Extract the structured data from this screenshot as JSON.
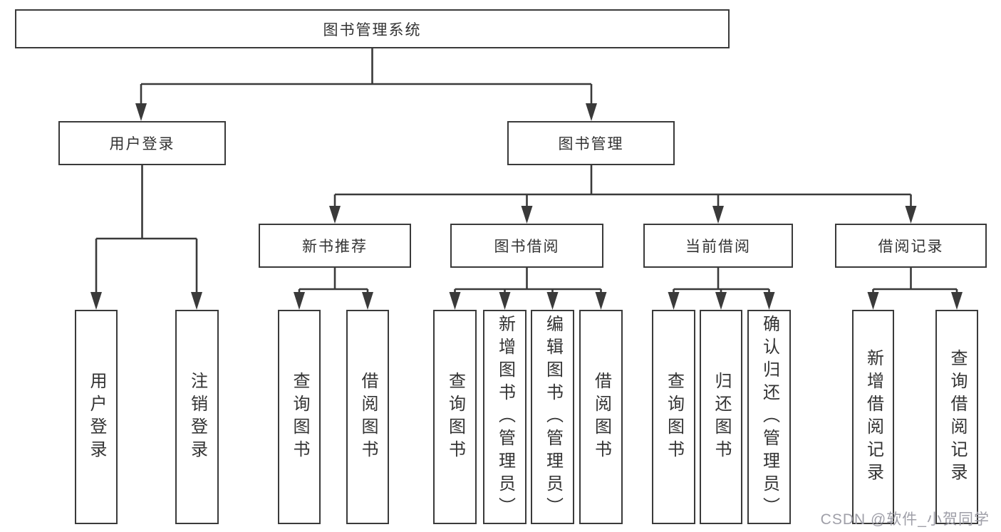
{
  "tree": {
    "label": "图书管理系统",
    "children": [
      {
        "label": "用户登录",
        "children": [
          {
            "label": "用户登录"
          },
          {
            "label": "注销登录"
          }
        ]
      },
      {
        "label": "图书管理",
        "children": [
          {
            "label": "新书推荐",
            "children": [
              {
                "label": "查询图书"
              },
              {
                "label": "借阅图书"
              }
            ]
          },
          {
            "label": "图书借阅",
            "children": [
              {
                "label": "查询图书"
              },
              {
                "label": "新增图书（管理员）"
              },
              {
                "label": "编辑图书（管理员）"
              },
              {
                "label": "借阅图书"
              }
            ]
          },
          {
            "label": "当前借阅",
            "children": [
              {
                "label": "查询图书"
              },
              {
                "label": "归还图书"
              },
              {
                "label": "确认归还（管理员）"
              }
            ]
          },
          {
            "label": "借阅记录",
            "children": [
              {
                "label": "新增借阅记录"
              },
              {
                "label": "查询借阅记录"
              }
            ]
          }
        ]
      }
    ]
  },
  "watermark": {
    "text": "CSDN @软件_小贺同学"
  },
  "colors": {
    "line": "#3a3a3a",
    "text": "#333333",
    "boxbg": "#ffffff",
    "pagebg": "#ffffff",
    "watermark": "#9f9fa8"
  }
}
